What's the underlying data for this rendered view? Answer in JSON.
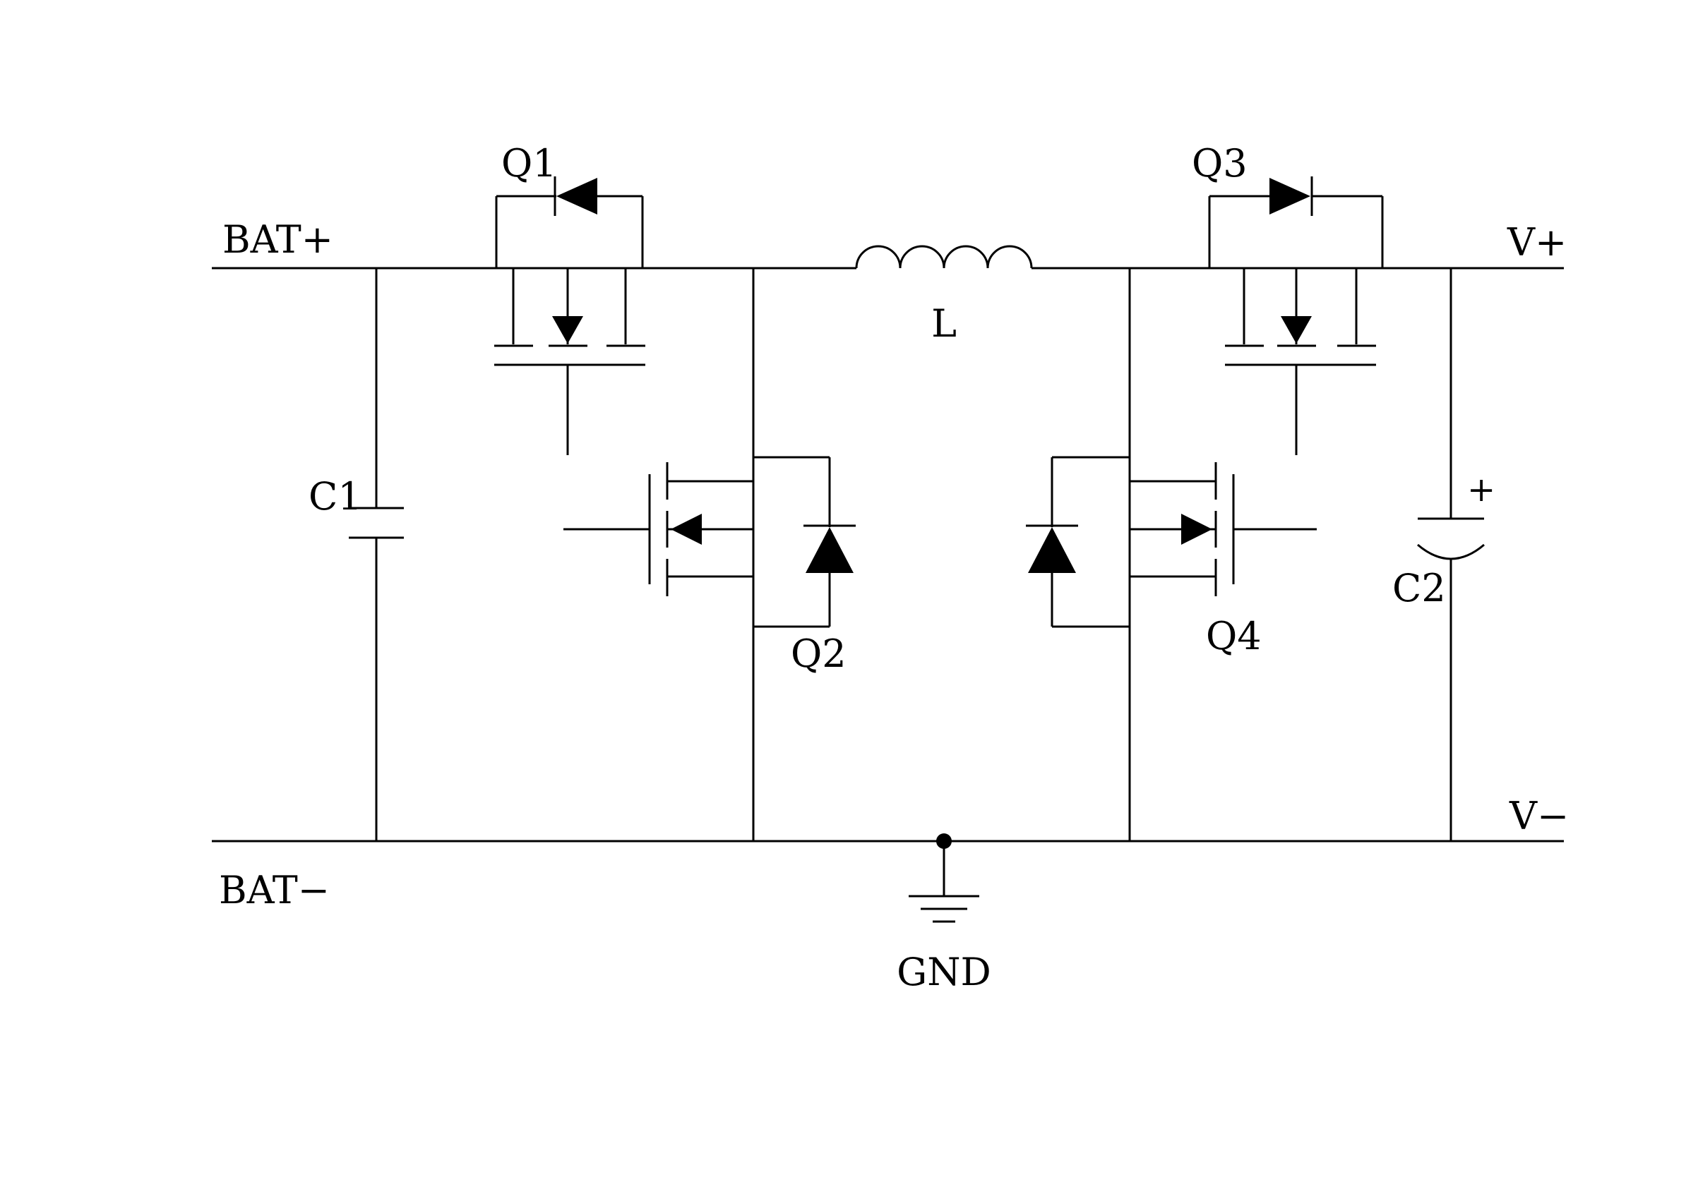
{
  "diagram": {
    "type": "circuit-schematic",
    "colors": {
      "stroke": "#000000",
      "background": "#ffffff"
    },
    "labels": {
      "bat_plus": "BAT+",
      "bat_minus": "BAT−",
      "v_plus": "V+",
      "v_minus": "V−",
      "q1": "Q1",
      "q2": "Q2",
      "q3": "Q3",
      "q4": "Q4",
      "inductor": "L",
      "c1": "C1",
      "c2": "C2",
      "c2_polarity": "+",
      "gnd": "GND"
    },
    "components": {
      "q1": "high-side MOSFET with parallel diode (cathode left)",
      "q2": "low-side MOSFET with body diode (cathode up)",
      "q3": "high-side MOSFET with parallel diode (cathode right)",
      "q4": "low-side MOSFET with body diode (cathode up)",
      "l": "inductor, 4 humps, on top rail",
      "c1": "input capacitor between BAT+ and BAT-",
      "c2": "polarized output capacitor between V+ and V-",
      "gnd": "ground symbol on bottom rail"
    }
  }
}
